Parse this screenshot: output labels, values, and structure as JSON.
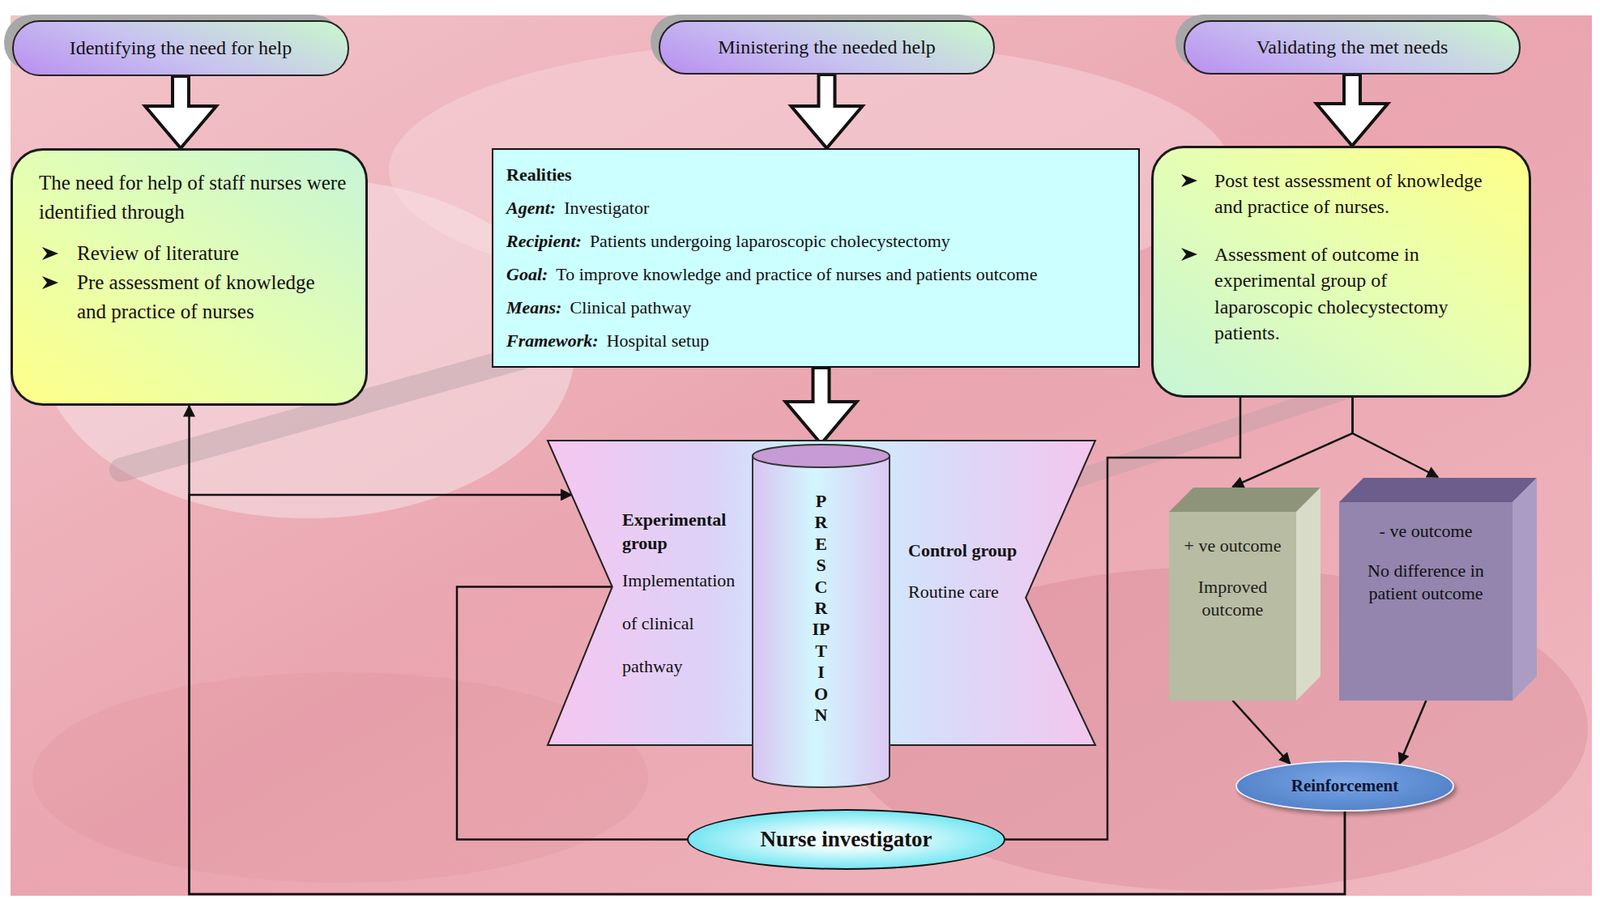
{
  "diagram": {
    "nodes": [
      {
        "text": [
          "Identifying the need for help"
        ]
      },
      {
        "text": [
          "Ministering the needed help"
        ]
      },
      {
        "text": [
          "Validating the met needs"
        ]
      },
      {
        "text": [
          "The need for help of staff nurses were identified through",
          "Review of literature",
          "Pre assessment of knowledge and practice of nurses"
        ]
      },
      {
        "text": [
          "Realities",
          "Agent:",
          "Investigator",
          "Recipient:",
          "Patients undergoing laparoscopic cholecystectomy",
          "Goal:",
          "To improve knowledge and practice of nurses and patients outcome",
          "Means:",
          "Clinical pathway",
          "Framework:",
          "Hospital setup"
        ]
      },
      {
        "text": [
          "Post test assessment of knowledge and practice of nurses.",
          "Assessment of outcome in experimental group of laparoscopic cholecystectomy patients."
        ]
      },
      {
        "text": [
          "Experimental group",
          "Implementation of clinical pathway",
          "Control group",
          "Routine care"
        ]
      },
      {
        "text": [
          "PRESCRIPTION"
        ],
        "in": 6
      },
      {
        "text": [
          "+ ve outcome",
          "Improved outcome"
        ]
      },
      {
        "text": [
          "- ve outcome",
          "No difference in patient outcome"
        ]
      },
      {
        "text": [
          "Reinforcement"
        ]
      },
      {
        "text": [
          "Nurse investigator"
        ]
      }
    ],
    "edges": [
      {
        "from": 0,
        "to": 3,
        "arrow": "to"
      },
      {
        "from": 1,
        "to": 4,
        "arrow": "to"
      },
      {
        "from": 2,
        "to": 5,
        "arrow": "to"
      },
      {
        "from": 4,
        "to": 7,
        "arrow": "to"
      },
      {
        "from": 5,
        "to": 8,
        "arrow": "to"
      },
      {
        "from": 5,
        "to": 9,
        "arrow": "to"
      },
      {
        "from": 8,
        "to": 10,
        "arrow": "to"
      },
      {
        "from": 9,
        "to": 10,
        "arrow": "to"
      },
      {
        "from": 10,
        "to": 3,
        "arrow": "to"
      },
      {
        "from": 10,
        "to": 6,
        "arrow": "to"
      },
      {
        "from": 11,
        "to": 6,
        "arrow": "none"
      },
      {
        "from": 11,
        "to": 5,
        "arrow": "none"
      }
    ]
  }
}
